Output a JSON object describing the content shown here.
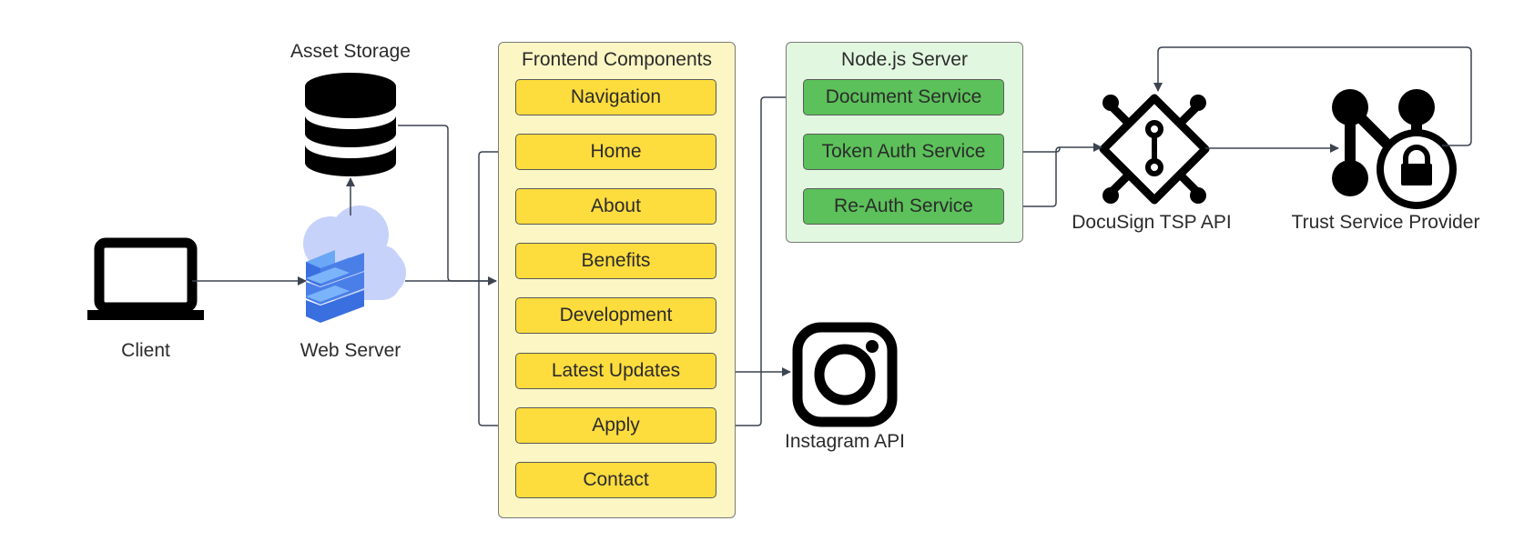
{
  "labels": {
    "asset_storage": "Asset Storage",
    "client": "Client",
    "web_server": "Web Server",
    "instagram_api": "Instagram API",
    "docusign_tsp_api": "DocuSign TSP API",
    "trust_service_provider": "Trust Service Provider"
  },
  "frontend": {
    "title": "Frontend Components",
    "items": [
      "Navigation",
      "Home",
      "About",
      "Benefits",
      "Development",
      "Latest Updates",
      "Apply",
      "Contact"
    ]
  },
  "node_server": {
    "title": "Node.js Server",
    "items": [
      "Document Service",
      "Token Auth Service",
      "Re-Auth Service"
    ]
  },
  "colors": {
    "frontend_bg": "#fbf6c3",
    "frontend_item": "#fddc3d",
    "node_bg": "#e2f7e0",
    "node_item": "#5cc15a",
    "connector": "#3c4450",
    "cloud": "#c7d2fb",
    "server_blue": "#4a7fe8"
  },
  "icons": [
    "laptop-icon",
    "cloud-server-icon",
    "database-icon",
    "instagram-icon",
    "api-chip-icon",
    "trust-lock-icon"
  ]
}
